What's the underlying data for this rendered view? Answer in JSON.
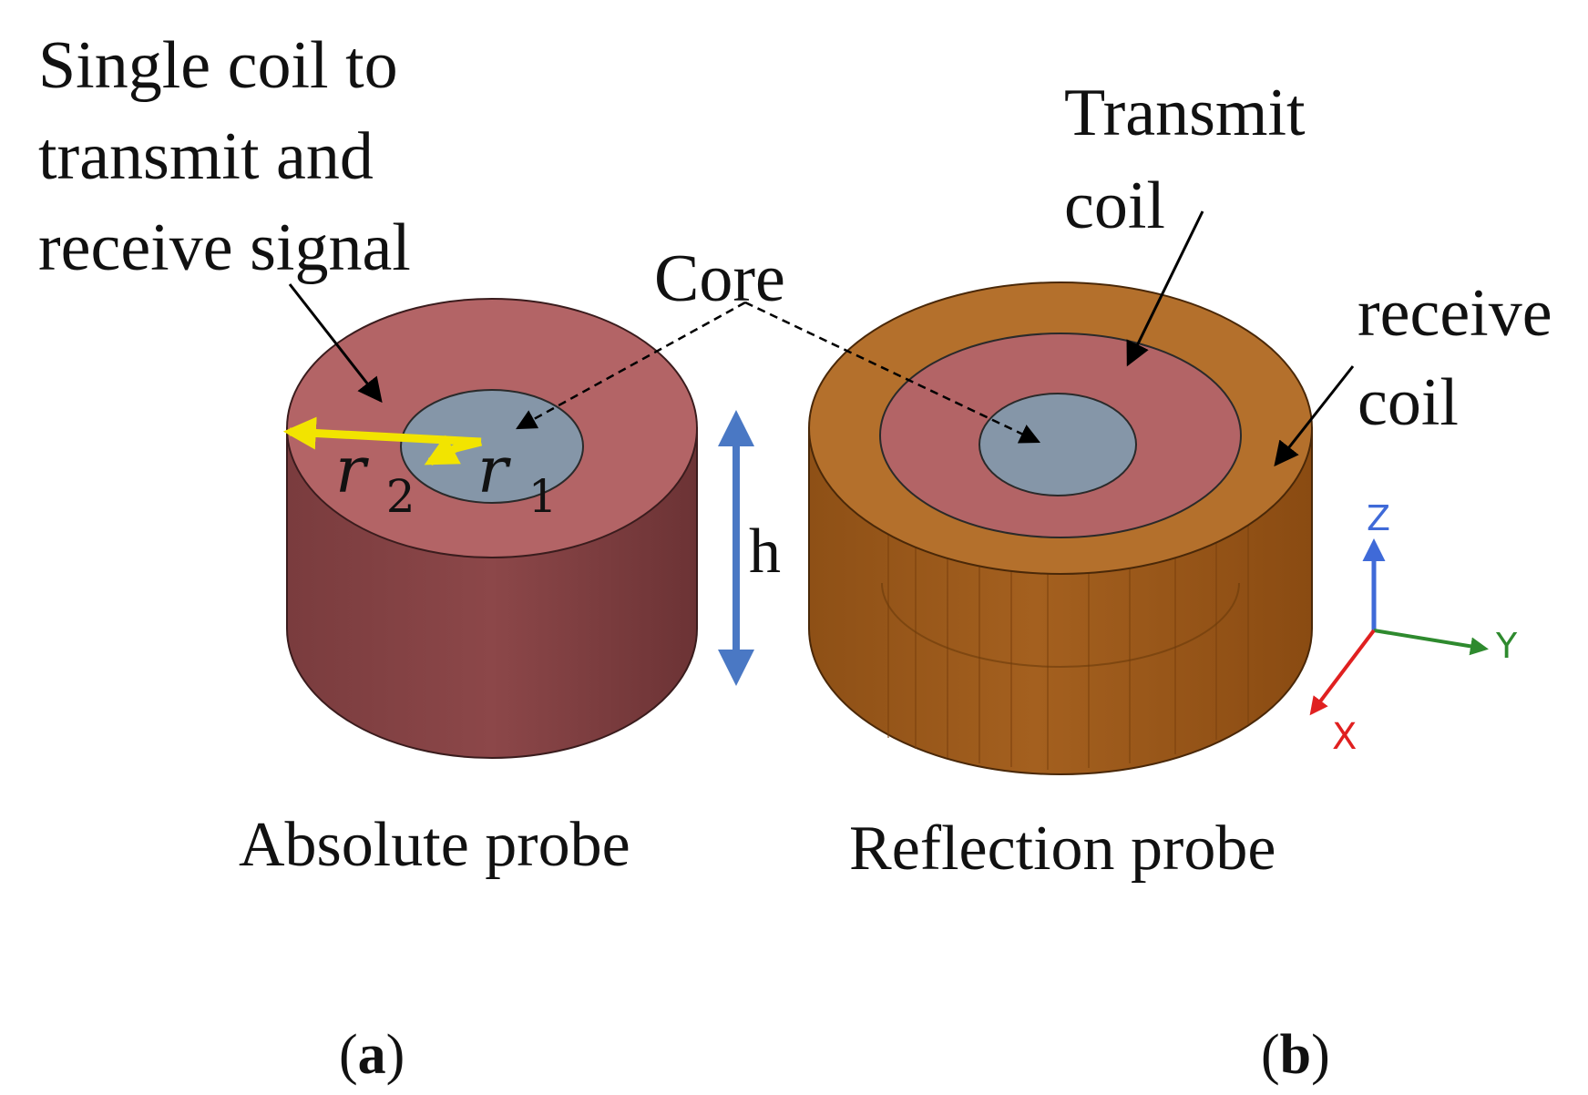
{
  "annotations": {
    "single_coil_line1": "Single coil to",
    "single_coil_line2": "transmit and",
    "single_coil_line3": "receive signal",
    "core": "Core",
    "transmit_line1": "Transmit",
    "transmit_line2": "coil",
    "receive_line1": "receive",
    "receive_line2": "coil",
    "height": "h",
    "r1_base": "r",
    "r1_sub": "1",
    "r2_base": "r",
    "r2_sub": "2"
  },
  "captions": {
    "absolute": "Absolute probe",
    "reflection": "Reflection probe"
  },
  "panels": {
    "a_open": "(",
    "a_letter": "a",
    "a_close": ")",
    "b_open": "(",
    "b_letter": "b",
    "b_close": ")"
  },
  "axes": {
    "z": "Z",
    "y": "Y",
    "x": "X"
  },
  "colors": {
    "coil_top": "#b36466",
    "coil_side": "#8a4446",
    "core": "#8596a8",
    "outer_top": "#b4702c",
    "outer_side": "#a15f1e",
    "h_arrow": "#4a78c4",
    "radius_arrow": "#f2e400",
    "axis_z": "#3f6ad8",
    "axis_y": "#2e8a2e",
    "axis_x": "#e02020"
  }
}
